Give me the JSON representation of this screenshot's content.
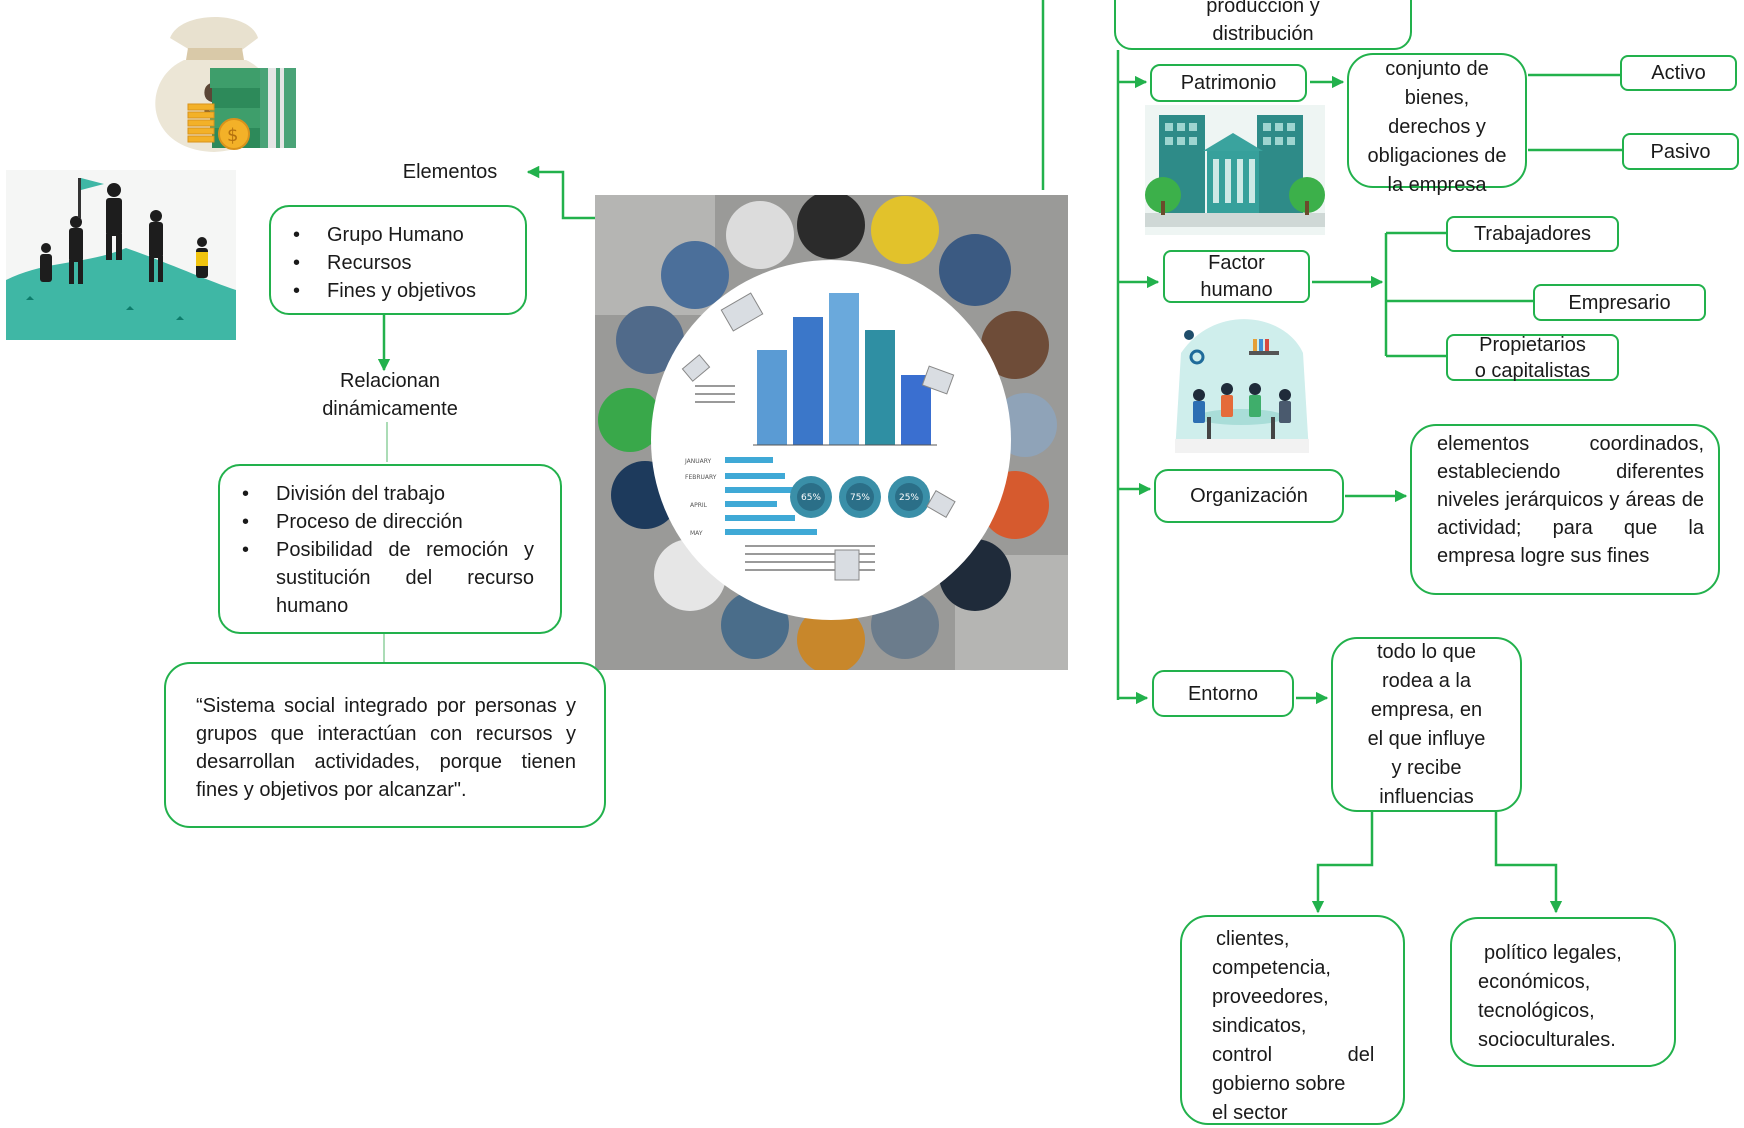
{
  "colors": {
    "accent": "#22b14c",
    "line": "#22b14c"
  },
  "left": {
    "elementos_label": "Elementos",
    "elementos_items": [
      "Grupo Humano",
      "Recursos",
      "Fines y objetivos"
    ],
    "relacionan_line1": "Relacionan",
    "relacionan_line2": "dinámicamente",
    "dinamica_items": [
      "División del trabajo",
      "Proceso de dirección",
      "Posibilidad de remoción y sustitución del recurso humano"
    ],
    "definicion": "“Sistema social integrado por personas y grupos que interactúan con recursos y desarrollan actividades, porque tienen fines y objetivos por alcanzar\"."
  },
  "top_box": {
    "line1": "producción y",
    "line2": "distribución"
  },
  "patrimonio": {
    "label": "Patrimonio",
    "definition_lines": [
      "conjunto de",
      "bienes,",
      "derechos y",
      "obligaciones de",
      "la empresa"
    ],
    "activo": "Activo",
    "pasivo": "Pasivo"
  },
  "factor": {
    "label_line1": "Factor",
    "label_line2": "humano",
    "trabajadores": "Trabajadores",
    "empresario": "Empresario",
    "propietarios_line1": "Propietarios",
    "propietarios_line2": "o capitalistas"
  },
  "organizacion": {
    "label": "Organización",
    "definition": "elementos coordinados, estableciendo diferentes niveles jerárquicos y áreas de actividad; para que la empresa logre sus fines"
  },
  "entorno": {
    "label": "Entorno",
    "definition_lines": [
      "todo lo que",
      "rodea a la",
      "empresa, en",
      "el que influye",
      "y recibe",
      "influencias"
    ],
    "especifico_lines": [
      "clientes,",
      "competencia,",
      "proveedores,",
      "sindicatos,",
      "control del",
      "gobierno sobre",
      "el sector"
    ],
    "general_lines": [
      "político legales,",
      "económicos,",
      "tecnológicos,",
      "socioculturales."
    ]
  },
  "icons": [
    "money-bag-icon",
    "team-summit-icon",
    "meeting-table-photo",
    "bank-building-icon",
    "office-team-icon"
  ],
  "chart_gauges": [
    "65%",
    "75%",
    "25%"
  ],
  "chart_months": [
    "JANUARY",
    "FEBRUARY",
    "APRIL",
    "MAY"
  ]
}
